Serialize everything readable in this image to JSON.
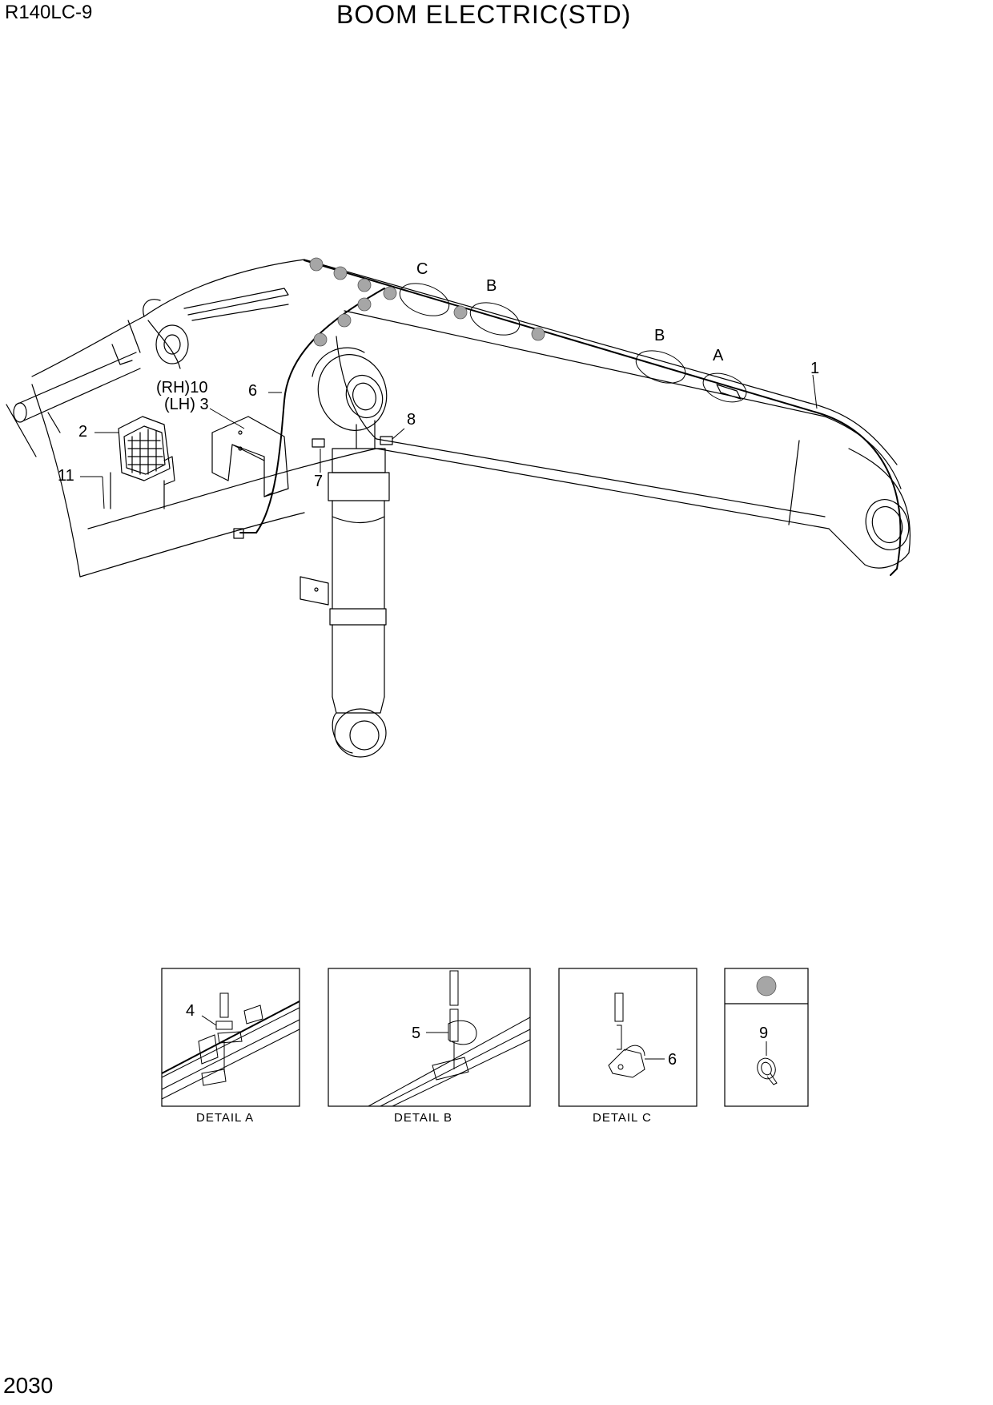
{
  "header": {
    "model": "R140LC-9",
    "title": "BOOM ELECTRIC(STD)",
    "page_number": "2030"
  },
  "main_diagram": {
    "callouts": {
      "c1": "1",
      "c2": "2",
      "c3": "(LH) 3",
      "c10": "(RH)10",
      "c6": "6",
      "c7": "7",
      "c8": "8",
      "c11": "11",
      "zone_a": "A",
      "zone_b1": "B",
      "zone_b2": "B",
      "zone_c": "C"
    }
  },
  "details": {
    "a": {
      "caption": "DETAIL  A",
      "callout": "4"
    },
    "b": {
      "caption": "DETAIL  B",
      "callout": "5"
    },
    "c": {
      "caption": "DETAIL  C",
      "callout": "6"
    },
    "legend": {
      "callout": "9",
      "marker_color": "#a6a6a6"
    }
  }
}
